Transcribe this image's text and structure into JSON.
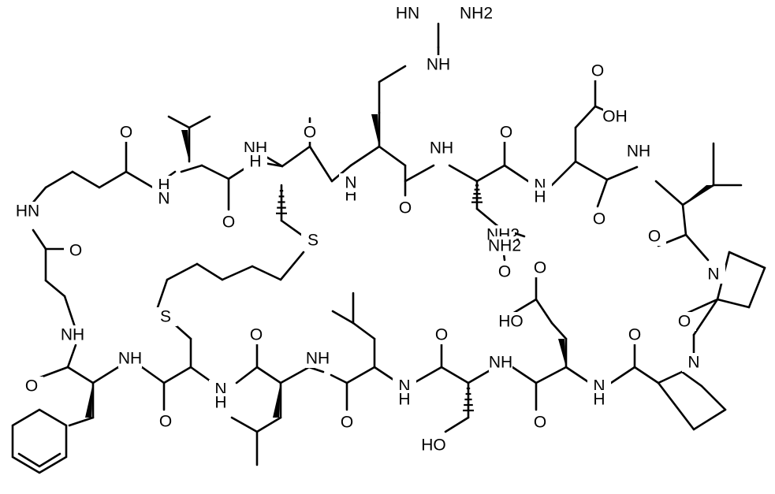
{
  "labels": {
    "hn": "HN",
    "nh2": "NH2",
    "nh": "NH",
    "o": "O",
    "oh": "OH",
    "ho": "HO",
    "h": "H",
    "n": "N",
    "s": "S"
  }
}
